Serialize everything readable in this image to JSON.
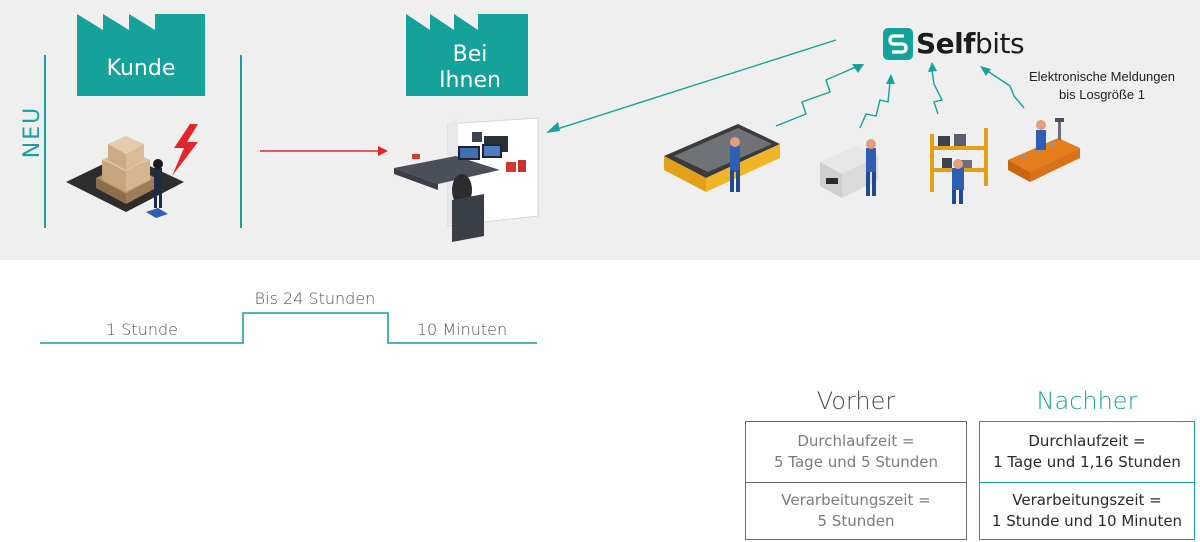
{
  "header": {
    "side_label": "NEU",
    "customer_factory_label": "Kunde",
    "your_factory_label_line1": "Bei",
    "your_factory_label_line2": "Ihnen",
    "brand_name_bold": "Self",
    "brand_name_light": "bits",
    "annotation_line1": "Elektronische Meldungen",
    "annotation_line2": "bis Losgröße 1"
  },
  "timeline": {
    "step1": "1 Stunde",
    "step2": "Bis 24 Stunden",
    "step3": "10 Minuten"
  },
  "comparison": {
    "before_heading": "Vorher",
    "after_heading": "Nachher",
    "before": {
      "throughput_label": "Durchlaufzeit =",
      "throughput_value": "5 Tage und 5 Stunden",
      "processing_label": "Verarbeitungszeit =",
      "processing_value": "5 Stunden"
    },
    "after": {
      "throughput_label": "Durchlaufzeit =",
      "throughput_value": "1 Tage und 1,16 Stunden",
      "processing_label": "Verarbeitungszeit =",
      "processing_value": "1 Stunde und 10 Minuten"
    }
  },
  "colors": {
    "teal": "#14a29a",
    "arrow_red": "#e0262b",
    "band_gray": "#efefef"
  },
  "icons": [
    "factory-icon",
    "package-delivery-icon",
    "lightning-icon",
    "office-workstation-icon",
    "selfbits-logo-icon",
    "conveyor-machine-icon",
    "cnc-machine-icon",
    "shelving-station-icon",
    "assembly-line-icon"
  ]
}
